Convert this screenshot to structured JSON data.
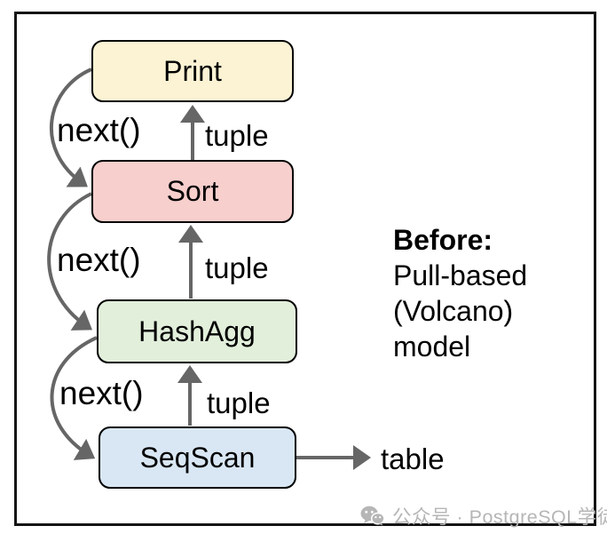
{
  "diagram": {
    "nodes": [
      {
        "id": "print",
        "label": "Print",
        "fill": "#FCF3D4"
      },
      {
        "id": "sort",
        "label": "Sort",
        "fill": "#F7CFCD"
      },
      {
        "id": "hashagg",
        "label": "HashAgg",
        "fill": "#E2EFDB"
      },
      {
        "id": "seqscan",
        "label": "SeqScan",
        "fill": "#D9E7F4"
      }
    ],
    "edges": {
      "next_label_1": "next()",
      "tuple_label_1": "tuple",
      "next_label_2": "next()",
      "tuple_label_2": "tuple",
      "next_label_3": "next()",
      "tuple_label_3": "tuple",
      "table_label": "table"
    },
    "annotation": {
      "title": "Before:",
      "lines": [
        "Pull-based",
        "(Volcano)",
        "model"
      ]
    },
    "colors": {
      "arrow": "#666666",
      "node_border": "#000000",
      "frame_border": "#151515"
    }
  },
  "watermark": {
    "icon": "wechat-icon",
    "text": "公众号 · PostgreSQL学徒",
    "color": "#b6b6b6"
  }
}
